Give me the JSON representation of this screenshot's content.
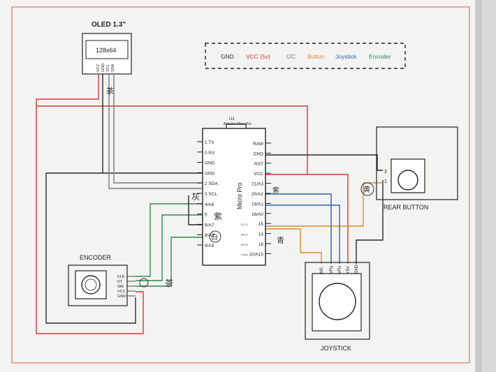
{
  "oled": {
    "title": "OLED 1.3\"",
    "size": "128x64",
    "pins": [
      "VCC",
      "GND",
      "SCL",
      "SDA"
    ]
  },
  "legend": {
    "items": [
      {
        "label": "GND",
        "color": "#2a2a2a"
      },
      {
        "label": "VCC (5v)",
        "color": "#d03a3a"
      },
      {
        "label": "I2C",
        "color": "#7a7a7a"
      },
      {
        "label": "Button",
        "color": "#e08a2a"
      },
      {
        "label": "Joystick",
        "color": "#3060b0"
      },
      {
        "label": "Encoder",
        "color": "#2f8a4a"
      }
    ]
  },
  "mcu": {
    "ref": "U1",
    "model": "Arduino Micro Pro",
    "name": "Micro Pro",
    "left_pins": [
      "1 TX",
      "0 RX",
      "GND",
      "GND",
      "2 SDA",
      "3 SCL",
      "4/A6",
      "5",
      "6/A7",
      "8/A8",
      "9/A9"
    ],
    "right_pins": [
      "RAW",
      "GND",
      "RST",
      "VCC",
      "21/A3",
      "20/A2",
      "19/A1",
      "18/A0",
      "15",
      "14",
      "16",
      "10/A10"
    ],
    "right_sub": [
      "",
      "",
      "",
      "",
      "",
      "",
      "",
      "",
      "SCLK",
      "MISO",
      "MOSI",
      "PWM"
    ]
  },
  "rear_button": {
    "label": "REAR BUTTON",
    "pins": [
      "2",
      "1"
    ]
  },
  "encoder": {
    "label": "ENCODER",
    "pins": [
      "CLK",
      "DT",
      "SW",
      "VCC",
      "GND"
    ]
  },
  "joystick": {
    "label": "JOYSTICK",
    "pins": [
      "MS",
      "VRy",
      "VRx",
      "+5V",
      "GND"
    ]
  },
  "handwriting": [
    "灰",
    "紫",
    "白",
    "黄",
    "青",
    "茶",
    "紫",
    "茶"
  ],
  "colors": {
    "paper": "#f4f4f2",
    "border": "#e8553f",
    "gnd": "#2a2a2a",
    "vcc": "#d03a3a",
    "i2c": "#7a7a7a",
    "button": "#e08a2a",
    "joystick": "#3060b0",
    "encoder": "#2f8a4a"
  }
}
